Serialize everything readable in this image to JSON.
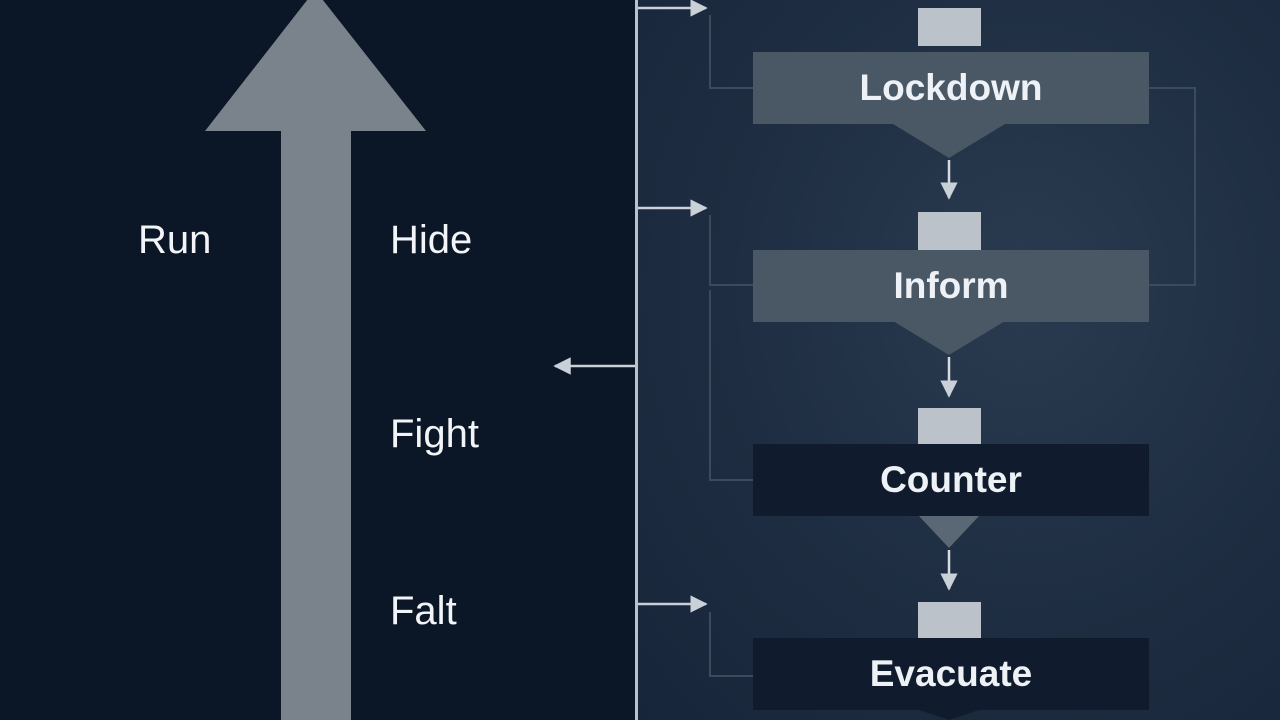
{
  "left_labels": {
    "run": "Run",
    "hide": "Hide",
    "fight": "Fight",
    "falt": "Falt"
  },
  "steps": [
    {
      "label": "Lockdown",
      "style": "light"
    },
    {
      "label": "Inform",
      "style": "light"
    },
    {
      "label": "Counter",
      "style": "dark"
    },
    {
      "label": "Evacuate",
      "style": "dark"
    }
  ],
  "colors": {
    "left_background": "#0b1626",
    "right_background": "#1e2d41",
    "big_arrow": "#7a838c",
    "divider": "#b9c2cc",
    "box_light": "#4a5866",
    "box_dark": "#101c2d",
    "tab": "#bcc2c9",
    "text": "#f2f4f7"
  }
}
